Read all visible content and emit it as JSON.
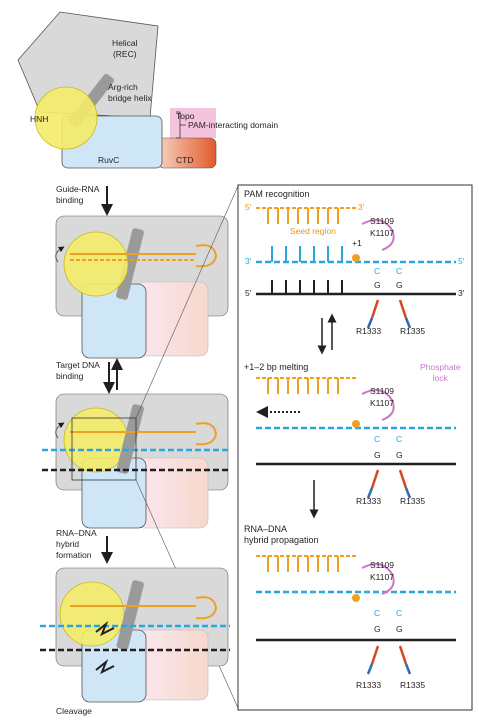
{
  "overview": {
    "helical_label": "Helical\n(REC)",
    "arg_label": "Arg-rich\nbridge helix",
    "topo_label": "Topo",
    "pam_domain_label": "PAM-interacting domain",
    "hnh_label": "HNH",
    "ruvc_label": "RuvC",
    "ctd_label": "CTD",
    "step1": "Guide-RNA\nbinding",
    "step2": "Target DNA\nbinding",
    "step3": "RNA–DNA\nhybrid\nformation",
    "step4": "Cleavage"
  },
  "panel": {
    "s1_title": "PAM recognition",
    "seed_label": "Seed region",
    "plus1": "+1",
    "s2_title": "+1–2 bp melting",
    "phosphate_label": "Phosphate\nlock",
    "s3_title": "RNA–DNA\nhybrid propagation",
    "s1109": "S1109",
    "k1107": "K1107",
    "r1333": "R1333",
    "r1335": "R1335",
    "five_prime": "5′",
    "three_prime": "3′",
    "base_c": "C",
    "base_g": "G"
  },
  "colors": {
    "rna": "#f0a020",
    "target_dna": "#2aa6dc",
    "nontarget_dna": "#231f20",
    "hnh": "#f4ec6a",
    "ruvc": "#cfe6f7",
    "ctd": "#e2592a",
    "topo": "#f2b8d8",
    "helical": "#d9d9d9",
    "arginine": "#d8481f",
    "lock": "#c879c4"
  }
}
